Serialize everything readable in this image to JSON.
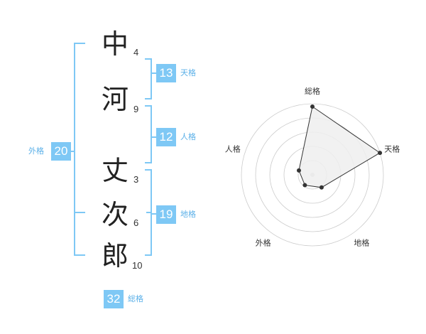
{
  "colors": {
    "accent": "#7ec8f5",
    "label": "#5bb0e8",
    "text": "#222222",
    "ring": "#cccccc",
    "fill": "#eeeeee",
    "line": "#333333",
    "center": "#cccccc"
  },
  "name_chars": [
    {
      "char": "中",
      "strokes": "4"
    },
    {
      "char": "河",
      "strokes": "9"
    },
    {
      "char": "丈",
      "strokes": "3"
    },
    {
      "char": "次",
      "strokes": "6"
    },
    {
      "char": "郎",
      "strokes": "10"
    }
  ],
  "fortunes": {
    "tenkaku": {
      "value": "13",
      "label": "天格"
    },
    "jinkaku": {
      "value": "12",
      "label": "人格"
    },
    "chikaku": {
      "value": "19",
      "label": "地格"
    },
    "gaikaku": {
      "value": "20",
      "label": "外格"
    },
    "soukaku": {
      "value": "32",
      "label": "総格"
    }
  },
  "chart_data": {
    "type": "radar",
    "axes": [
      "総格",
      "天格",
      "地格",
      "外格",
      "人格"
    ],
    "max": 5,
    "rings": 5,
    "values": [
      4.8,
      5.0,
      1.1,
      0.9,
      1.0
    ]
  }
}
